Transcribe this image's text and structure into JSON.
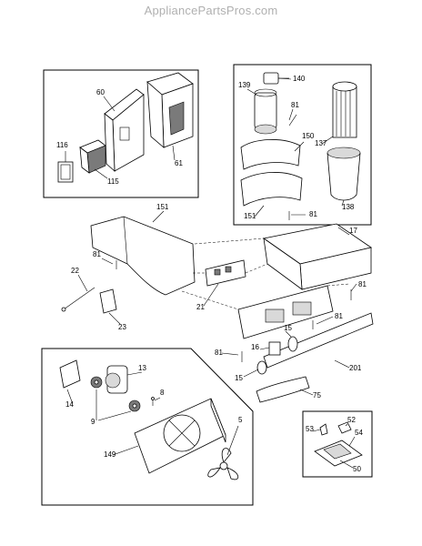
{
  "header": {
    "watermark": "AppliancePartsPros.com"
  },
  "labels": [
    {
      "id": "p60",
      "text": "60"
    },
    {
      "id": "p116",
      "text": "116"
    },
    {
      "id": "p115",
      "text": "115"
    },
    {
      "id": "p61",
      "text": "61"
    },
    {
      "id": "p140",
      "text": "140"
    },
    {
      "id": "p139",
      "text": "139"
    },
    {
      "id": "p81a",
      "text": "81"
    },
    {
      "id": "p150",
      "text": "150"
    },
    {
      "id": "p137",
      "text": "137"
    },
    {
      "id": "p151a",
      "text": "151"
    },
    {
      "id": "p81b",
      "text": "81"
    },
    {
      "id": "p138",
      "text": "138"
    },
    {
      "id": "p151b",
      "text": "151"
    },
    {
      "id": "p17",
      "text": "17"
    },
    {
      "id": "p81c",
      "text": "81"
    },
    {
      "id": "p22",
      "text": "22"
    },
    {
      "id": "p21",
      "text": "21"
    },
    {
      "id": "p23",
      "text": "23"
    },
    {
      "id": "p81d",
      "text": "81"
    },
    {
      "id": "p81e",
      "text": "81"
    },
    {
      "id": "p15a",
      "text": "15"
    },
    {
      "id": "p81f",
      "text": "81"
    },
    {
      "id": "p16",
      "text": "16"
    },
    {
      "id": "p15b",
      "text": "15"
    },
    {
      "id": "p201",
      "text": "201"
    },
    {
      "id": "p75",
      "text": "75"
    },
    {
      "id": "p13",
      "text": "13"
    },
    {
      "id": "p14",
      "text": "14"
    },
    {
      "id": "p8",
      "text": "8"
    },
    {
      "id": "p9",
      "text": "9"
    },
    {
      "id": "p5",
      "text": "5"
    },
    {
      "id": "p149",
      "text": "149"
    },
    {
      "id": "p53",
      "text": "53"
    },
    {
      "id": "p52",
      "text": "52"
    },
    {
      "id": "p54",
      "text": "54"
    },
    {
      "id": "p50",
      "text": "50"
    }
  ]
}
